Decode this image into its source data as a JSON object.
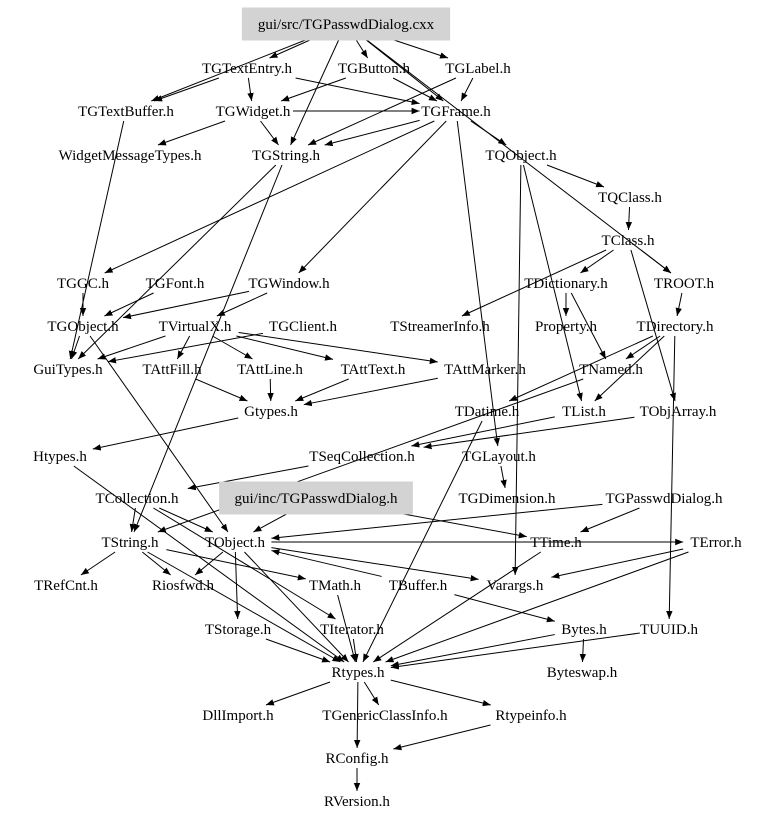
{
  "title": "gui/src/TGPasswdDialog.cxx",
  "colors": {
    "focus_fill": "#d3d3d3",
    "edge": "#000000",
    "background": "#ffffff"
  },
  "nodes": [
    {
      "id": "cxx",
      "label": "gui/src/TGPasswdDialog.cxx",
      "highlight": true
    },
    {
      "id": "TGTextEntry",
      "label": "TGTextEntry.h"
    },
    {
      "id": "TGButton",
      "label": "TGButton.h"
    },
    {
      "id": "TGLabel",
      "label": "TGLabel.h"
    },
    {
      "id": "TGTextBuffer",
      "label": "TGTextBuffer.h"
    },
    {
      "id": "TGWidget",
      "label": "TGWidget.h"
    },
    {
      "id": "TGFrame",
      "label": "TGFrame.h"
    },
    {
      "id": "WidgetMessageTypes",
      "label": "WidgetMessageTypes.h"
    },
    {
      "id": "TGString",
      "label": "TGString.h"
    },
    {
      "id": "TQObject",
      "label": "TQObject.h"
    },
    {
      "id": "TQClass",
      "label": "TQClass.h"
    },
    {
      "id": "TClass",
      "label": "TClass.h"
    },
    {
      "id": "TGGC",
      "label": "TGGC.h"
    },
    {
      "id": "TGFont",
      "label": "TGFont.h"
    },
    {
      "id": "TGWindow",
      "label": "TGWindow.h"
    },
    {
      "id": "TDictionary",
      "label": "TDictionary.h"
    },
    {
      "id": "TROOT",
      "label": "TROOT.h"
    },
    {
      "id": "TGObject",
      "label": "TGObject.h"
    },
    {
      "id": "TVirtualX",
      "label": "TVirtualX.h"
    },
    {
      "id": "TGClient",
      "label": "TGClient.h"
    },
    {
      "id": "TStreamerInfo",
      "label": "TStreamerInfo.h"
    },
    {
      "id": "Property",
      "label": "Property.h"
    },
    {
      "id": "TDirectory",
      "label": "TDirectory.h"
    },
    {
      "id": "GuiTypes",
      "label": "GuiTypes.h"
    },
    {
      "id": "TAttFill",
      "label": "TAttFill.h"
    },
    {
      "id": "TAttLine",
      "label": "TAttLine.h"
    },
    {
      "id": "TAttText",
      "label": "TAttText.h"
    },
    {
      "id": "TAttMarker",
      "label": "TAttMarker.h"
    },
    {
      "id": "TNamed",
      "label": "TNamed.h"
    },
    {
      "id": "Gtypes",
      "label": "Gtypes.h"
    },
    {
      "id": "TDatime",
      "label": "TDatime.h"
    },
    {
      "id": "TList",
      "label": "TList.h"
    },
    {
      "id": "TObjArray",
      "label": "TObjArray.h"
    },
    {
      "id": "Htypes",
      "label": "Htypes.h"
    },
    {
      "id": "TSeqCollection",
      "label": "TSeqCollection.h"
    },
    {
      "id": "TGLayout",
      "label": "TGLayout.h"
    },
    {
      "id": "TCollection",
      "label": "TCollection.h"
    },
    {
      "id": "incdlg",
      "label": "gui/inc/TGPasswdDialog.h",
      "highlight": true
    },
    {
      "id": "TGDimension",
      "label": "TGDimension.h"
    },
    {
      "id": "TGPasswdDialog",
      "label": "TGPasswdDialog.h"
    },
    {
      "id": "TString",
      "label": "TString.h"
    },
    {
      "id": "TObject",
      "label": "TObject.h"
    },
    {
      "id": "TTime",
      "label": "TTime.h"
    },
    {
      "id": "TError",
      "label": "TError.h"
    },
    {
      "id": "TRefCnt",
      "label": "TRefCnt.h"
    },
    {
      "id": "Riosfwd",
      "label": "Riosfwd.h"
    },
    {
      "id": "TMath",
      "label": "TMath.h"
    },
    {
      "id": "TBuffer",
      "label": "TBuffer.h"
    },
    {
      "id": "Varargs",
      "label": "Varargs.h"
    },
    {
      "id": "TStorage",
      "label": "TStorage.h"
    },
    {
      "id": "TIterator",
      "label": "TIterator.h"
    },
    {
      "id": "Bytes",
      "label": "Bytes.h"
    },
    {
      "id": "TUUID",
      "label": "TUUID.h"
    },
    {
      "id": "Rtypes",
      "label": "Rtypes.h"
    },
    {
      "id": "Byteswap",
      "label": "Byteswap.h"
    },
    {
      "id": "DllImport",
      "label": "DllImport.h"
    },
    {
      "id": "TGenericClassInfo",
      "label": "TGenericClassInfo.h"
    },
    {
      "id": "Rtypeinfo",
      "label": "Rtypeinfo.h"
    },
    {
      "id": "RConfig",
      "label": "RConfig.h"
    },
    {
      "id": "RVersion",
      "label": "RVersion.h"
    }
  ],
  "edges": [
    [
      "cxx",
      "TGTextEntry"
    ],
    [
      "cxx",
      "TGButton"
    ],
    [
      "cxx",
      "TGLabel"
    ],
    [
      "cxx",
      "TGTextBuffer"
    ],
    [
      "cxx",
      "TGFrame"
    ],
    [
      "cxx",
      "TGString"
    ],
    [
      "cxx",
      "TROOT"
    ],
    [
      "TGTextEntry",
      "TGWidget"
    ],
    [
      "TGTextEntry",
      "TGFrame"
    ],
    [
      "TGTextEntry",
      "TGTextBuffer"
    ],
    [
      "TGButton",
      "TGFrame"
    ],
    [
      "TGButton",
      "TGWidget"
    ],
    [
      "TGLabel",
      "TGFrame"
    ],
    [
      "TGLabel",
      "TGString"
    ],
    [
      "TGWidget",
      "TGFrame"
    ],
    [
      "TGWidget",
      "TGString"
    ],
    [
      "TGWidget",
      "WidgetMessageTypes"
    ],
    [
      "TGFrame",
      "TGString"
    ],
    [
      "TGFrame",
      "TQObject"
    ],
    [
      "TGFrame",
      "TGWindow"
    ],
    [
      "TGFrame",
      "TGGC"
    ],
    [
      "TGFrame",
      "TGLayout"
    ],
    [
      "TGTextBuffer",
      "GuiTypes"
    ],
    [
      "TGString",
      "TString"
    ],
    [
      "TGString",
      "GuiTypes"
    ],
    [
      "TQObject",
      "TQClass"
    ],
    [
      "TQObject",
      "TList"
    ],
    [
      "TQObject",
      "Varargs"
    ],
    [
      "TQClass",
      "TClass"
    ],
    [
      "TClass",
      "TDictionary"
    ],
    [
      "TClass",
      "TROOT"
    ],
    [
      "TClass",
      "TStreamerInfo"
    ],
    [
      "TClass",
      "TObjArray"
    ],
    [
      "TDictionary",
      "Property"
    ],
    [
      "TDictionary",
      "TNamed"
    ],
    [
      "TROOT",
      "TDirectory"
    ],
    [
      "TDirectory",
      "TNamed"
    ],
    [
      "TDirectory",
      "TList"
    ],
    [
      "TDirectory",
      "TDatime"
    ],
    [
      "TDirectory",
      "TUUID"
    ],
    [
      "TGGC",
      "TGObject"
    ],
    [
      "TGFont",
      "TGObject"
    ],
    [
      "TGWindow",
      "TGObject"
    ],
    [
      "TGWindow",
      "TVirtualX"
    ],
    [
      "TGObject",
      "GuiTypes"
    ],
    [
      "TGObject",
      "TObject"
    ],
    [
      "TVirtualX",
      "GuiTypes"
    ],
    [
      "TVirtualX",
      "TAttFill"
    ],
    [
      "TVirtualX",
      "TAttLine"
    ],
    [
      "TVirtualX",
      "TAttText"
    ],
    [
      "TVirtualX",
      "TAttMarker"
    ],
    [
      "TGClient",
      "GuiTypes"
    ],
    [
      "TAttFill",
      "Gtypes"
    ],
    [
      "TAttLine",
      "Gtypes"
    ],
    [
      "TAttText",
      "Gtypes"
    ],
    [
      "TAttMarker",
      "Gtypes"
    ],
    [
      "Gtypes",
      "Htypes"
    ],
    [
      "Htypes",
      "Rtypes"
    ],
    [
      "TNamed",
      "TString"
    ],
    [
      "TList",
      "TSeqCollection"
    ],
    [
      "TObjArray",
      "TSeqCollection"
    ],
    [
      "TSeqCollection",
      "TCollection"
    ],
    [
      "TCollection",
      "TObject"
    ],
    [
      "TCollection",
      "TIterator"
    ],
    [
      "TCollection",
      "TString"
    ],
    [
      "TGLayout",
      "TGDimension"
    ],
    [
      "TDatime",
      "Rtypes"
    ],
    [
      "incdlg",
      "TObject"
    ],
    [
      "incdlg",
      "TTime"
    ],
    [
      "TGPasswdDialog",
      "TObject"
    ],
    [
      "TGPasswdDialog",
      "TTime"
    ],
    [
      "TString",
      "TRefCnt"
    ],
    [
      "TString",
      "Riosfwd"
    ],
    [
      "TString",
      "TMath"
    ],
    [
      "TString",
      "Rtypes"
    ],
    [
      "TObject",
      "Rtypes"
    ],
    [
      "TObject",
      "TStorage"
    ],
    [
      "TObject",
      "Varargs"
    ],
    [
      "TObject",
      "TError"
    ],
    [
      "TObject",
      "Riosfwd"
    ],
    [
      "TStorage",
      "Rtypes"
    ],
    [
      "TIterator",
      "Rtypes"
    ],
    [
      "TBuffer",
      "TObject"
    ],
    [
      "TBuffer",
      "Bytes"
    ],
    [
      "Bytes",
      "Byteswap"
    ],
    [
      "Bytes",
      "Rtypes"
    ],
    [
      "TMath",
      "Rtypes"
    ],
    [
      "TTime",
      "Rtypes"
    ],
    [
      "TError",
      "Varargs"
    ],
    [
      "TError",
      "Rtypes"
    ],
    [
      "TUUID",
      "Rtypes"
    ],
    [
      "Rtypes",
      "DllImport"
    ],
    [
      "Rtypes",
      "TGenericClassInfo"
    ],
    [
      "Rtypes",
      "Rtypeinfo"
    ],
    [
      "Rtypes",
      "RConfig"
    ],
    [
      "Rtypeinfo",
      "RConfig"
    ],
    [
      "RConfig",
      "RVersion"
    ]
  ]
}
